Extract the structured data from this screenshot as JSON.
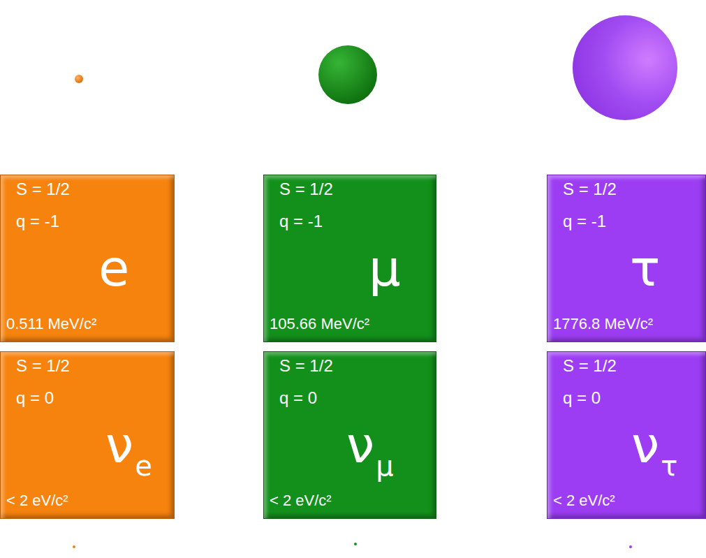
{
  "diagram": {
    "nodes": [
      {
        "text": [
          "S = 1/2",
          "q = -1",
          "e",
          "0.511 MeV/c²"
        ]
      },
      {
        "text": [
          "S = 1/2",
          "q = -1",
          "μ",
          "105.66 MeV/c²"
        ]
      },
      {
        "text": [
          "S = 1/2",
          "q = -1",
          "τ",
          "1776.8 MeV/c²"
        ]
      },
      {
        "text": [
          "S = 1/2",
          "q = 0",
          "ν",
          "e",
          "< 2 eV/c²"
        ]
      },
      {
        "text": [
          "S = 1/2",
          "q = 0",
          "ν",
          "μ",
          "< 2 eV/c²"
        ]
      },
      {
        "text": [
          "S = 1/2",
          "q = 0",
          "ν",
          "τ",
          "< 2 eV/c²"
        ]
      }
    ]
  }
}
